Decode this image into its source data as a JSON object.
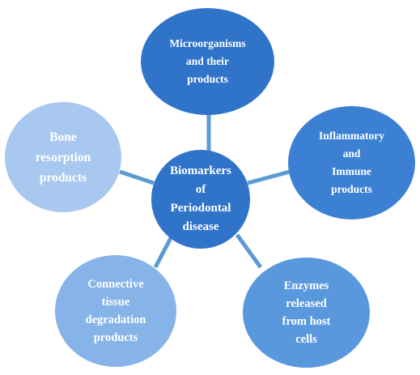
{
  "center": {
    "label": "Biomarkers\nof\nPeriodontal\ndisease"
  },
  "nodes": {
    "top": {
      "label": "Microorganisms\nand their\nproducts"
    },
    "right": {
      "label": "Inflammatory\nand\nImmune\nproducts"
    },
    "bottom_right": {
      "label": "Enzymes\nreleased\nfrom host\ncells"
    },
    "bottom_left": {
      "label": "Connective\ntissue\ndegradation\nproducts"
    },
    "left": {
      "label": "Bone\nresorption\nproducts"
    }
  },
  "colors": {
    "center": "#2f74c9",
    "top": "#2f74c9",
    "right": "#3c80d3",
    "bottom_right": "#5a98de",
    "bottom_left": "#86b3e8",
    "left": "#a8c8f0",
    "connector": "#5b9bd5"
  }
}
